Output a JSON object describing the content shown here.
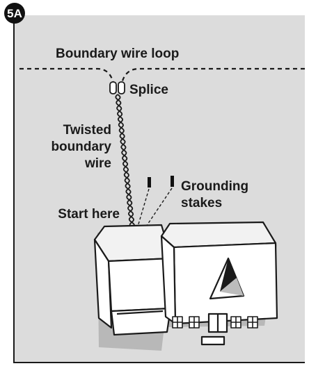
{
  "figure": {
    "badge": "5A",
    "colors": {
      "panel_background": "#dcdcdc",
      "ink": "#1a1a1a",
      "house_fill": "#ffffff",
      "house_shadow": "#9a9a9a",
      "badge": "#111111"
    }
  },
  "labels": {
    "boundary_loop": "Boundary wire loop",
    "splice": "Splice",
    "twisted_wire": [
      "Twisted",
      "boundary",
      "wire"
    ],
    "grounding_stakes": [
      "Grounding",
      "stakes"
    ],
    "start_here": "Start here"
  },
  "icons": [
    "splice-connector-icon",
    "grounding-stake-icon",
    "charging-station-logo-icon"
  ]
}
